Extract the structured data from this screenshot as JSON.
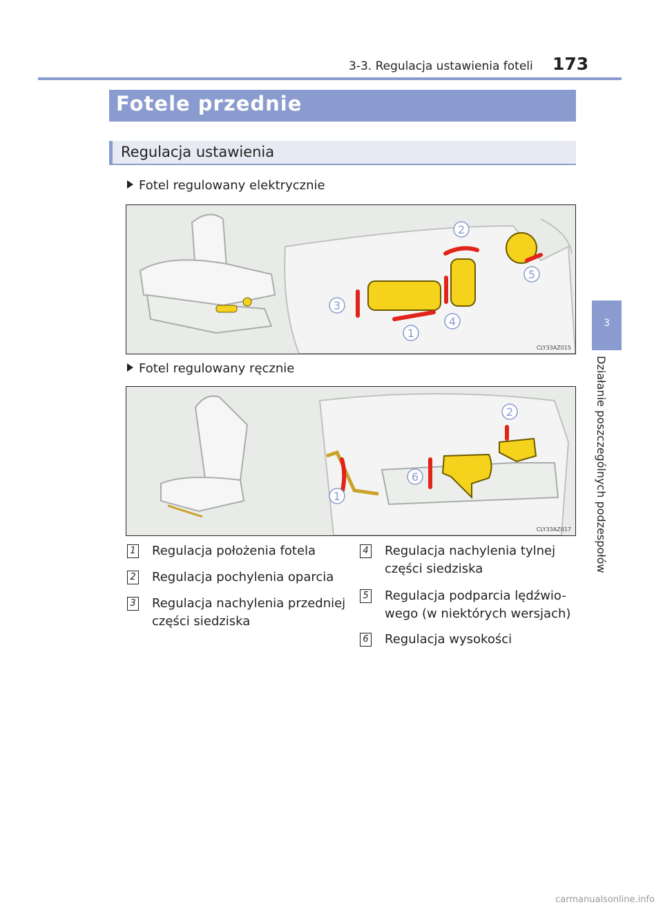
{
  "header": {
    "section_title": "3-3. Regulacja ustawienia foteli",
    "page_number": "173"
  },
  "side_tab": {
    "number": "3",
    "label": "Działanie poszczególnych podzespołów"
  },
  "section": {
    "title": "Fotele przednie",
    "subtitle": "Regulacja ustawienia"
  },
  "figure1": {
    "caption": "Fotel regulowany elektrycznie",
    "code": "CLY33AZ015",
    "callouts": [
      "1",
      "2",
      "3",
      "4",
      "5"
    ]
  },
  "figure2": {
    "caption": "Fotel regulowany ręcznie",
    "code": "CLY33AZ017",
    "callouts": [
      "1",
      "2",
      "6"
    ]
  },
  "legend": [
    {
      "num": "1",
      "text": "Regulacja położenia fotela"
    },
    {
      "num": "2",
      "text": "Regulacja pochylenia oparcia"
    },
    {
      "num": "3",
      "text": "Regulacja nachylenia przedniej\nczęści siedziska"
    },
    {
      "num": "4",
      "text": "Regulacja nachylenia tylnej\nczęści siedziska"
    },
    {
      "num": "5",
      "text": "Regulacja podparcia lędźwio-\nwego (w niektórych wersjach)"
    },
    {
      "num": "6",
      "text": "Regulacja wysokości"
    }
  ],
  "colors": {
    "accent": "#8a9ccf",
    "control_yellow": "#f5d21c",
    "arrow_red": "#e2231a"
  },
  "watermark": "carmanualsonline.info"
}
